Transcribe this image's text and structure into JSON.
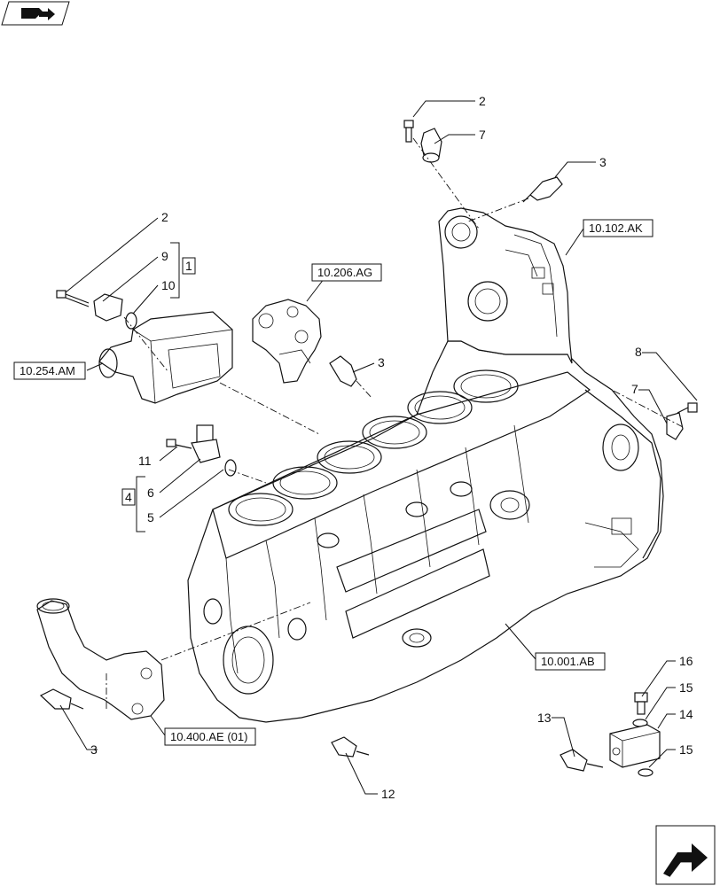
{
  "callouts": {
    "top_2": "2",
    "top_7": "7",
    "top_3": "3",
    "left_2": "2",
    "left_9": "9",
    "left_10": "10",
    "left_group": "1",
    "mid_3": "3",
    "right_8": "8",
    "right_7": "7",
    "mid_11": "11",
    "mid_6": "6",
    "mid_5": "5",
    "mid_group": "4",
    "bot_3": "3",
    "bot_12": "12",
    "bot_13": "13",
    "br_16": "16",
    "br_15a": "15",
    "br_14": "14",
    "br_15b": "15"
  },
  "refs": {
    "ref_102": "10.102.AK",
    "ref_206": "10.206.AG",
    "ref_254": "10.254.AM",
    "ref_001": "10.001.AB",
    "ref_400": "10.400.AE (01)"
  },
  "icons": {
    "top_left": "open-folder-arrow-icon",
    "bottom_right": "next-page-arrow-icon"
  }
}
